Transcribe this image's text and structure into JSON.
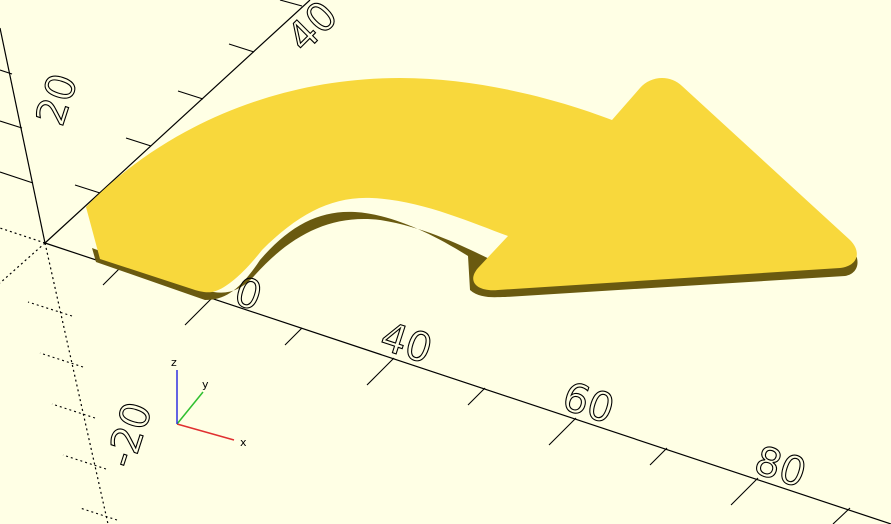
{
  "viewport": {
    "background": "#ffffe5",
    "model_color": "#f8d83c",
    "model_edge_color": "#6a5a10",
    "model_shape": "curved-arrow-plate"
  },
  "axis_labels": {
    "x": [
      "0",
      "40",
      "60",
      "80"
    ],
    "y": [
      "20",
      "40"
    ],
    "neg_z": "-20"
  },
  "gizmo": {
    "x": "x",
    "y": "y",
    "z": "z",
    "x_color": "#e03030",
    "y_color": "#30c030",
    "z_color": "#3030e0"
  }
}
